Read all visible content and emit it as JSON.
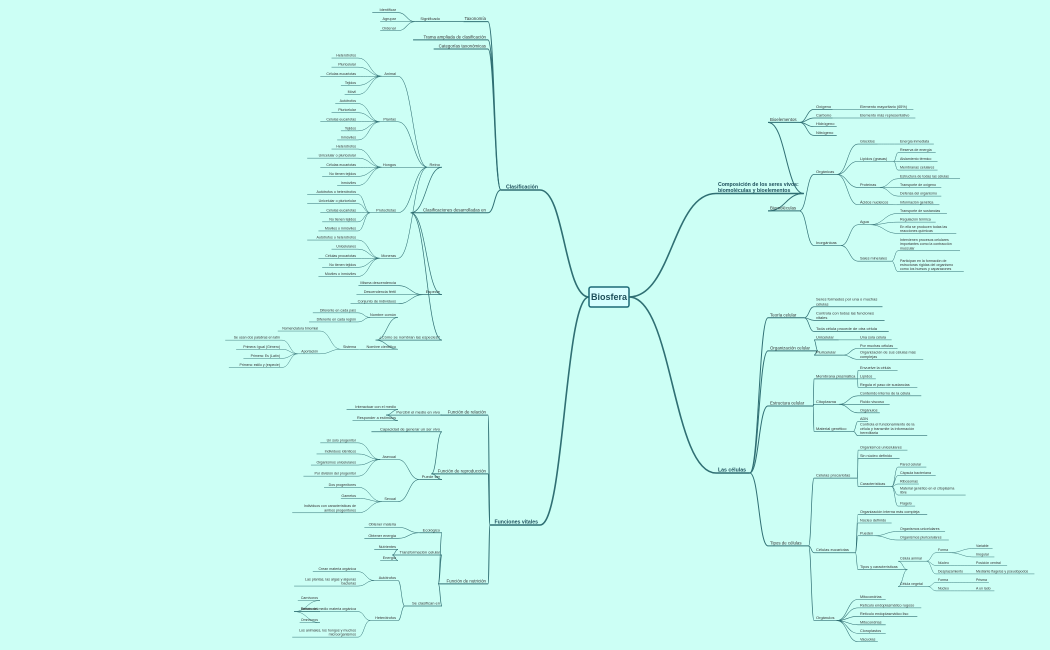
{
  "root": "Biosfera",
  "colors": {
    "bg": "#ccfff5",
    "line": "#2f6f73",
    "text": "#333333"
  },
  "branches": [
    {
      "label": "Clasificación",
      "side": "left",
      "children": [
        {
          "label": "Taxonomía",
          "children": [
            {
              "label": "Significado",
              "children": [
                {
                  "label": "Identificar"
                },
                {
                  "label": "Agrupar"
                },
                {
                  "label": "Ordenar"
                }
              ]
            }
          ]
        },
        {
          "label": "Trama ampliada de clasificación"
        },
        {
          "label": "Categorías taxonómicas"
        },
        {
          "label": "Clasificaciones desarrolladas en",
          "children": [
            {
              "label": "Reino",
              "children": [
                {
                  "label": "Animal",
                  "children": [
                    {
                      "label": "Heterótrofos"
                    },
                    {
                      "label": "Pluricelular"
                    },
                    {
                      "label": "Células eucariotas"
                    },
                    {
                      "label": "Tejidos"
                    },
                    {
                      "label": "Móvil"
                    }
                  ]
                },
                {
                  "label": "Plantas",
                  "children": [
                    {
                      "label": "Autótrofos"
                    },
                    {
                      "label": "Pluricelular"
                    },
                    {
                      "label": "Células eucariotas"
                    },
                    {
                      "label": "Tejidos"
                    },
                    {
                      "label": "Inmóviles"
                    }
                  ]
                },
                {
                  "label": "Hongos",
                  "children": [
                    {
                      "label": "Heterótrofos"
                    },
                    {
                      "label": "Unicelular o pluricelular"
                    },
                    {
                      "label": "Células eucariotas"
                    },
                    {
                      "label": "No tienen tejidos"
                    },
                    {
                      "label": "Inmóviles"
                    }
                  ]
                },
                {
                  "label": "Protoctistas",
                  "children": [
                    {
                      "label": "Autótrofos o heterótrofos"
                    },
                    {
                      "label": "Unicelular o pluricelular"
                    },
                    {
                      "label": "Células eucariotas"
                    },
                    {
                      "label": "No tienen tejidos"
                    },
                    {
                      "label": "Móviles o inmóviles"
                    }
                  ]
                },
                {
                  "label": "Moneras",
                  "children": [
                    {
                      "label": "Autótrofos o heterótrofos"
                    },
                    {
                      "label": "Unicelulares"
                    },
                    {
                      "label": "Células procariotas"
                    },
                    {
                      "label": "No tienen tejidos"
                    },
                    {
                      "label": "Móviles o inmóviles"
                    }
                  ]
                }
              ]
            },
            {
              "label": "Especie",
              "children": [
                {
                  "label": "Misma descendencia"
                },
                {
                  "label": "Descendencia fértil"
                },
                {
                  "label": "Conjunto de individuos"
                }
              ]
            },
            {
              "label": "¿Cómo se nombran las especies?",
              "children": [
                {
                  "label": "Nombre común",
                  "children": [
                    {
                      "label": "Diferente en cada país"
                    },
                    {
                      "label": "Diferente en cada región"
                    }
                  ]
                },
                {
                  "label": "Nombre científico",
                  "children": [
                    {
                      "label": "Sistema",
                      "children": [
                        {
                          "label": "Nomenclatura binomial"
                        },
                        {
                          "label": "Aportación",
                          "children": [
                            {
                              "label": "Se usan dos palabras en latín"
                            },
                            {
                              "label": "Primera: Igual (Género)"
                            },
                            {
                              "label": "Primera: Es (Latín)"
                            },
                            {
                              "label": "Primera: estilo y (especie)"
                            }
                          ]
                        }
                      ]
                    }
                  ]
                }
              ]
            }
          ]
        }
      ]
    },
    {
      "label": "Funciones vitales",
      "side": "left",
      "children": [
        {
          "label": "Función de relación",
          "children": [
            {
              "label": "Percibir el medio en vivo",
              "children": [
                {
                  "label": "Interactuar con el medio"
                },
                {
                  "label": "Responder a estímulos"
                }
              ]
            }
          ]
        },
        {
          "label": "Función de reproducción",
          "children": [
            {
              "label": "Capacidad de generar un ser vivo"
            },
            {
              "label": "Puede ser",
              "children": [
                {
                  "label": "Asexual",
                  "children": [
                    {
                      "label": "Un solo progenitor"
                    },
                    {
                      "label": "Individuos idénticos"
                    },
                    {
                      "label": "Organismos unicelulares"
                    },
                    {
                      "label": "Por división del progenitor"
                    }
                  ]
                },
                {
                  "label": "Sexual",
                  "children": [
                    {
                      "label": "Dos progenitores"
                    },
                    {
                      "label": "Gametos"
                    },
                    {
                      "label": "Individuos con características de ambos progenitores"
                    }
                  ]
                }
              ]
            }
          ]
        },
        {
          "label": "Función de nutrición",
          "children": [
            {
              "label": "Ecológico",
              "children": [
                {
                  "label": "Obtener materia"
                },
                {
                  "label": "Obtener energía"
                }
              ]
            },
            {
              "label": "Transformación celular",
              "children": [
                {
                  "label": "Nutrientes"
                },
                {
                  "label": "Energía"
                }
              ]
            },
            {
              "label": "Se clasifican en",
              "children": [
                {
                  "label": "Autótrofos",
                  "children": [
                    {
                      "label": "Crean materia orgánica"
                    },
                    {
                      "label": "Las plantas, las algas y algunas bacterias"
                    }
                  ]
                },
                {
                  "label": "Heterótrofos",
                  "children": [
                    {
                      "label": "Toman del medio materia orgánica",
                      "children": [
                        {
                          "label": "Carnívoros"
                        },
                        {
                          "label": "Herbívoros"
                        },
                        {
                          "label": "Omnívoros"
                        }
                      ]
                    },
                    {
                      "label": "Los animales, los hongos y muchos microorganismos"
                    }
                  ]
                }
              ]
            }
          ]
        }
      ]
    },
    {
      "label": "Composición de los seres vivos: biomoléculas y bioelementos",
      "side": "right",
      "children": [
        {
          "label": "Bioelementos",
          "children": [
            {
              "label": "Oxígeno",
              "children": [
                {
                  "label": "Elemento mayoritario (65%)"
                }
              ]
            },
            {
              "label": "Carbono",
              "children": [
                {
                  "label": "Elemento más representativo"
                }
              ]
            },
            {
              "label": "Hidrógeno"
            },
            {
              "label": "Nitrógeno"
            }
          ]
        },
        {
          "label": "Biomoléculas",
          "children": [
            {
              "label": "Orgánicas",
              "children": [
                {
                  "label": "Glúcidos",
                  "children": [
                    {
                      "label": "Energía inmediata"
                    }
                  ]
                },
                {
                  "label": "Lípidos (grasas)",
                  "children": [
                    {
                      "label": "Reserva de energía"
                    },
                    {
                      "label": "Aislamiento térmico"
                    },
                    {
                      "label": "Membranas celulares"
                    }
                  ]
                },
                {
                  "label": "Proteínas",
                  "children": [
                    {
                      "label": "Estructura de todas las células"
                    },
                    {
                      "label": "Transporte de oxígeno"
                    },
                    {
                      "label": "Defensa del organismo"
                    }
                  ]
                },
                {
                  "label": "Ácidos nucleicos",
                  "children": [
                    {
                      "label": "Información genética"
                    }
                  ]
                }
              ]
            },
            {
              "label": "Inorgánicas",
              "children": [
                {
                  "label": "Agua",
                  "children": [
                    {
                      "label": "Transporte de sustancias"
                    },
                    {
                      "label": "Regulación térmica"
                    },
                    {
                      "label": "En ella se producen todas las reacciones químicas"
                    }
                  ]
                },
                {
                  "label": "Sales minerales",
                  "children": [
                    {
                      "label": "Intervienen procesos celulares importantes como la contracción muscular"
                    },
                    {
                      "label": "Participan en la formación de estructuras rígidas del organismo como los huesos y caparazones"
                    }
                  ]
                }
              ]
            }
          ]
        }
      ]
    },
    {
      "label": "Las células",
      "side": "right",
      "children": [
        {
          "label": "Teoría celular",
          "children": [
            {
              "label": "Seres formados por una o muchas células"
            },
            {
              "label": "Controla con todas las funciones vitales"
            },
            {
              "label": "Toda célula procede de otra célula"
            }
          ]
        },
        {
          "label": "Organización celular",
          "children": [
            {
              "label": "Unicelular",
              "children": [
                {
                  "label": "Una sola célula"
                }
              ]
            },
            {
              "label": "Pluricelular",
              "children": [
                {
                  "label": "Por muchas células"
                },
                {
                  "label": "Organización de sus células más complejas"
                }
              ]
            }
          ]
        },
        {
          "label": "Estructura celular",
          "children": [
            {
              "label": "Membrana plasmática",
              "children": [
                {
                  "label": "Envuelve la célula"
                },
                {
                  "label": "Lípidos"
                },
                {
                  "label": "Regula el paso de sustancias"
                }
              ]
            },
            {
              "label": "Citoplasma",
              "children": [
                {
                  "label": "Contenido interno de la célula"
                },
                {
                  "label": "Fluido viscoso"
                },
                {
                  "label": "Orgánulos"
                }
              ]
            },
            {
              "label": "Material genético",
              "children": [
                {
                  "label": "ADN"
                },
                {
                  "label": "Controla el funcionamiento de la célula y transmite la información hereditaria"
                }
              ]
            }
          ]
        },
        {
          "label": "Tipos de células",
          "children": [
            {
              "label": "Células procariotas",
              "children": [
                {
                  "label": "Organismos unicelulares"
                },
                {
                  "label": "Sin núcleo definido"
                },
                {
                  "label": "Características",
                  "children": [
                    {
                      "label": "Pared celular"
                    },
                    {
                      "label": "Cápsula bacteriana"
                    },
                    {
                      "label": "Ribosomas"
                    },
                    {
                      "label": "Material genético en el citoplasma libre"
                    },
                    {
                      "label": "Flagelo"
                    }
                  ]
                }
              ]
            },
            {
              "label": "Células eucariotas",
              "children": [
                {
                  "label": "Organización interna más compleja"
                },
                {
                  "label": "Núcleo definido"
                },
                {
                  "label": "Pueden",
                  "children": [
                    {
                      "label": "Organismos unicelulares"
                    },
                    {
                      "label": "Organismos pluricelulares"
                    }
                  ]
                },
                {
                  "label": "Tipos y características",
                  "children": [
                    {
                      "label": "Célula animal",
                      "children": [
                        {
                          "label": "Forma",
                          "children": [
                            {
                              "label": "Variable"
                            },
                            {
                              "label": "Irregular"
                            }
                          ]
                        },
                        {
                          "label": "Núcleo",
                          "children": [
                            {
                              "label": "Posición central"
                            }
                          ]
                        },
                        {
                          "label": "Desplazamiento",
                          "children": [
                            {
                              "label": "Mediante flagelos y pseudópodos"
                            }
                          ]
                        }
                      ]
                    },
                    {
                      "label": "Célula vegetal",
                      "children": [
                        {
                          "label": "Forma",
                          "children": [
                            {
                              "label": "Prisma"
                            }
                          ]
                        },
                        {
                          "label": "Núcleo",
                          "children": [
                            {
                              "label": "A un lado"
                            }
                          ]
                        }
                      ]
                    }
                  ]
                }
              ]
            },
            {
              "label": "Orgánulos",
              "children": [
                {
                  "label": "Mitocondrias"
                },
                {
                  "label": "Retículo endoplasmático rugoso"
                },
                {
                  "label": "Retículo endoplasmático liso"
                },
                {
                  "label": "Mitocondrias"
                },
                {
                  "label": "Cloroplastos"
                },
                {
                  "label": "Vacuolas"
                }
              ]
            }
          ]
        }
      ]
    }
  ]
}
